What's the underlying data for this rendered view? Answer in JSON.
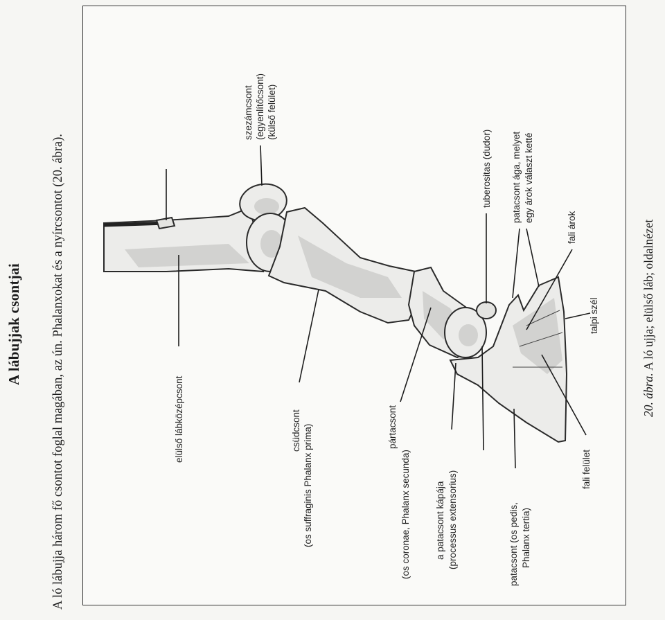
{
  "heading": "A lábujjak csontjai",
  "intro_text": "A ló lábujja három fő csontot foglal magában, az ún. Phalanxokat és a nyírcsontot (20. ábra).",
  "caption": {
    "number": "20. ábra.",
    "text": "A ló ujja; elülső láb; oldalnézet"
  },
  "labels": {
    "metacarpus": "elülső lábközépcsont",
    "sesamoid_1": "szezámcsont",
    "sesamoid_2": "(egyenlítőcsont)",
    "sesamoid_3": "(külső felület)",
    "phalanx_prima_1": "csüdcsont",
    "phalanx_prima_2": "(os suffraginis Phalanx prima)",
    "phalanx_secunda_1": "pártacsont",
    "phalanx_secunda_2": "(os coronae, Phalanx secunda)",
    "extensor_1": "a patacsont kápája",
    "extensor_2": "(processus extensorius)",
    "tuberositas": "tuberositas (dudor)",
    "phalanx_tertia_1": "patacsont (os pedis,",
    "phalanx_tertia_2": "Phalanx tertia)",
    "branch_1": "patacsont ága, melyet",
    "branch_2": "egy árok választ ketté",
    "wall_groove": "fali árok",
    "solar_margin": "talpi szél",
    "wall_surface": "fali felület"
  }
}
